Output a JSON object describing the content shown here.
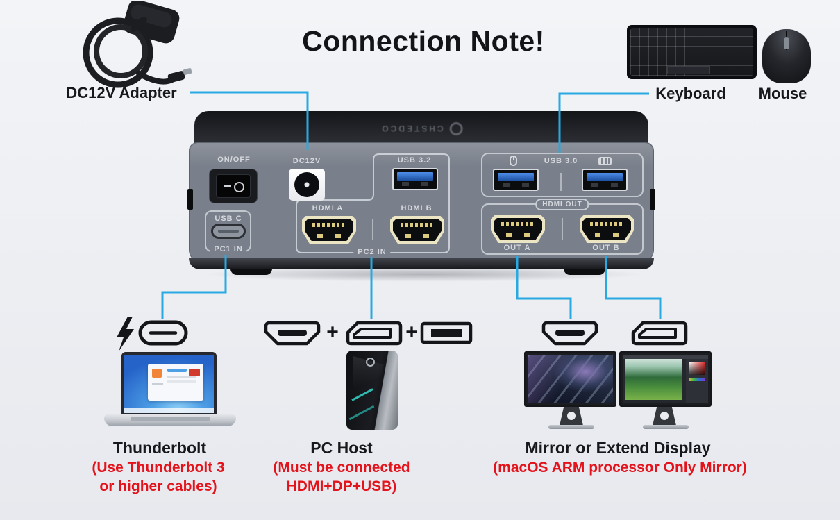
{
  "title": "Connection Note!",
  "colors": {
    "accent": "#29a9e2",
    "warning": "#e4131b",
    "ink": "#17181c"
  },
  "callouts": {
    "adapter": "DC12V Adapter",
    "keyboard": "Keyboard",
    "mouse": "Mouse"
  },
  "device": {
    "brand": "CHSTEDCO",
    "power_switch": "ON/OFF",
    "dc_jack": "DC12V",
    "usb32": "USB 3.2",
    "usb30": "USB 3.0",
    "usbc": "USB C",
    "pc1_in": "PC1 IN",
    "pc2_in": "PC2 IN",
    "hdmi_a": "HDMI A",
    "hdmi_b": "HDMI B",
    "hdmi_out": "HDMI OUT",
    "out_a": "OUT A",
    "out_b": "OUT B"
  },
  "connectors": {
    "plus": "+"
  },
  "sections": {
    "thunderbolt": {
      "title": "Thunderbolt",
      "note1": "(Use Thunderbolt 3",
      "note2": "or higher cables)"
    },
    "pc_host": {
      "title": "PC Host",
      "note1": "(Must be connected",
      "note2": "HDMI+DP+USB)"
    },
    "displays": {
      "title": "Mirror or Extend Display",
      "note1": "(macOS ARM processor Only Mirror)"
    }
  }
}
